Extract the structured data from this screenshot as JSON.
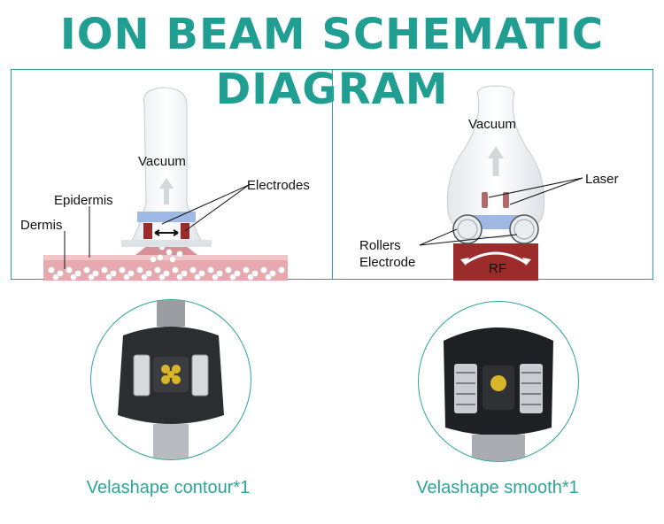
{
  "title": "ION BEAM SCHEMATIC DIAGRAM",
  "left_panel": {
    "vacuum": "Vacuum",
    "electrodes": "Electrodes",
    "epidermis": "Epidermis",
    "dermis": "Dermis"
  },
  "right_panel": {
    "vacuum": "Vacuum",
    "laser": "Laser",
    "rollers": "Rollers",
    "electrode": "Electrode",
    "rf": "RF"
  },
  "products": [
    {
      "caption": "Velashape contour*1"
    },
    {
      "caption": "Velashape smooth*1"
    }
  ],
  "colors": {
    "accent": "#2aa596",
    "title": "#1f9e91",
    "skin": "#d98f96",
    "rf_red": "#9c2b2b"
  }
}
